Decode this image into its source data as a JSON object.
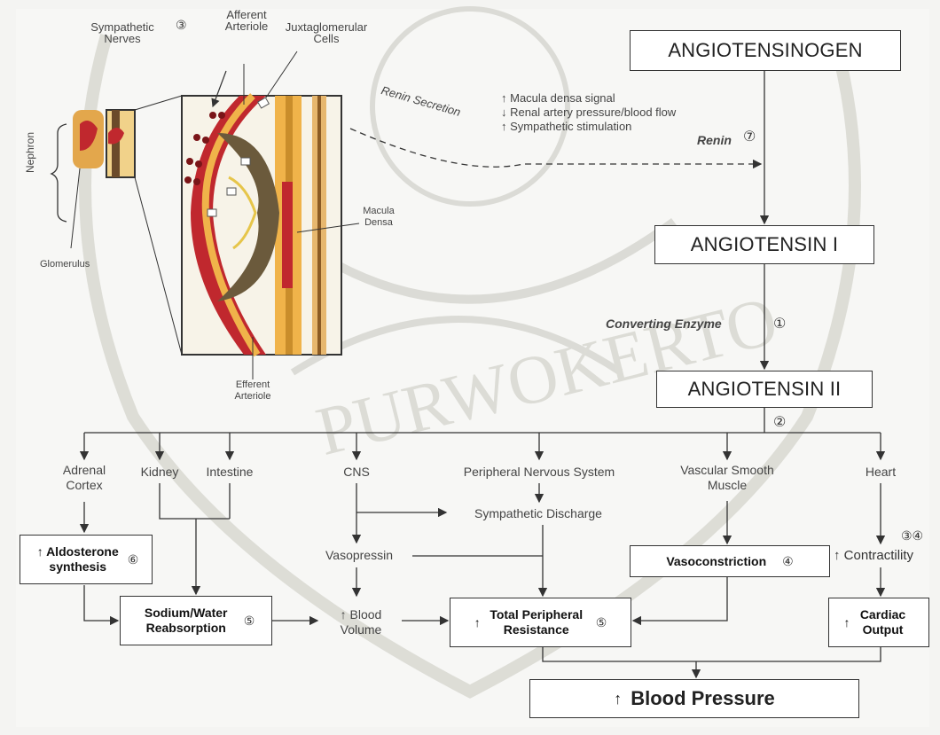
{
  "top": {
    "angiotensinogen": "ANGIOTENSINOGEN",
    "angiotensin1": "ANGIOTENSIN I",
    "angiotensin2": "ANGIOTENSIN II",
    "renin": "Renin",
    "renin_num": "⑦",
    "renin_secretion": "Renin Secretion",
    "converting_enzyme": "Converting Enzyme",
    "ce_num": "①",
    "a2_num": "②",
    "signals": [
      "Macula densa signal",
      "Renal artery pressure/blood flow",
      "Sympathetic stimulation"
    ]
  },
  "kidney": {
    "sympathetic": "Sympathetic",
    "nerves": "Nerves",
    "symp_num": "③",
    "afferent1": "Afferent",
    "afferent2": "Arteriole",
    "juxta1": "Juxtaglomerular",
    "juxta2": "Cells",
    "nephron": "Nephron",
    "glomerulus": "Glomerulus",
    "macula1": "Macula",
    "macula2": "Densa",
    "efferent1": "Efferent",
    "efferent2": "Arteriole"
  },
  "targets": {
    "adrenal": "Adrenal Cortex",
    "kidney": "Kidney",
    "intestine": "Intestine",
    "cns": "CNS",
    "pns": "Peripheral Nervous System",
    "vsm": "Vascular Smooth Muscle",
    "heart": "Heart"
  },
  "mid": {
    "sympathetic_discharge": "Sympathetic Discharge",
    "vasopressin": "Vasopressin",
    "aldosterone": "Aldosterone synthesis",
    "aldo_num": "⑥",
    "vasoconstriction": "Vasoconstriction",
    "vaso_num": "④",
    "contractility": "Contractility",
    "contr_num": "③④"
  },
  "bottom": {
    "sodium": "Sodium/Water Reabsorption",
    "sodium_num": "⑤",
    "blood_volume": "Blood Volume",
    "tpr": "Total Peripheral Resistance",
    "tpr_num": "⑤",
    "cardiac": "Cardiac Output",
    "blood_pressure": "Blood Pressure"
  },
  "watermark": "PURWOKERTO"
}
